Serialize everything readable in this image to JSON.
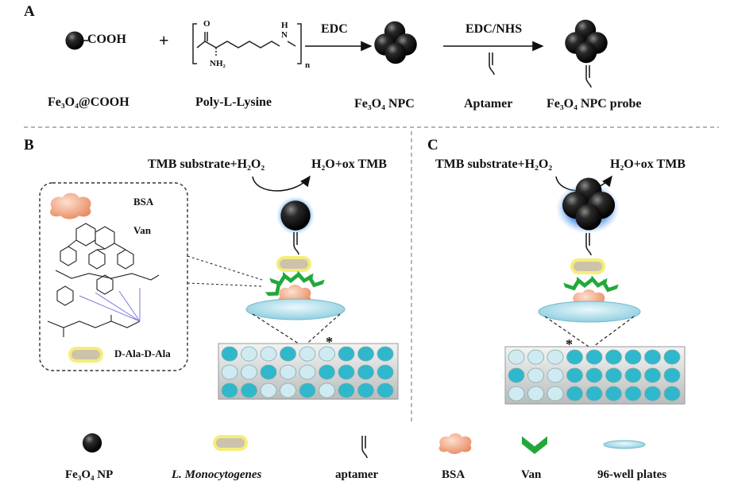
{
  "panels": {
    "a": "A",
    "b": "B",
    "c": "C"
  },
  "section_a": {
    "cooh": "COOH",
    "plus": "+",
    "n_sub": "n",
    "nh2": "NH₂",
    "o": "O",
    "h": "H",
    "nh": "N",
    "step1": "EDC",
    "step2": "EDC/NHS",
    "labels": {
      "fe3o4_cooh": "Fe₃O₄@COOH",
      "polylysine": "Poly-L-Lysine",
      "npc": "Fe₃O₄ NPC",
      "aptamer": "Aptamer",
      "probe": "Fe₃O₄ NPC  probe"
    }
  },
  "section_b": {
    "reaction_left": "TMB substrate+H₂O₂",
    "reaction_right": "H₂O+ox TMB",
    "inset_bsa": "BSA",
    "inset_van": "Van",
    "inset_dala": "D-Ala-D-Ala",
    "asterisk": "*"
  },
  "section_c": {
    "reaction_left": "TMB substrate+H₂O₂",
    "reaction_right": "H₂O+ox TMB",
    "asterisk": "*"
  },
  "legend": {
    "items": [
      {
        "label": "Fe₃O₄ NP"
      },
      {
        "label": "L. Monocytogenes"
      },
      {
        "label": "aptamer"
      },
      {
        "label": "BSA"
      },
      {
        "label": "Van"
      },
      {
        "label": "96-well plates"
      }
    ]
  },
  "colors": {
    "sphere": "#111111",
    "glow": "#1f6fd6",
    "bacteria_fill": "#cdc3aa",
    "bacteria_ring": "#f4ee7a",
    "bsa": "#f2a07a",
    "van": "#22a83a",
    "plate_disk": "#bfe6f1",
    "well_strong": "#2fb8cc",
    "well_weak": "#cfeaf1",
    "divider": "#888888"
  }
}
